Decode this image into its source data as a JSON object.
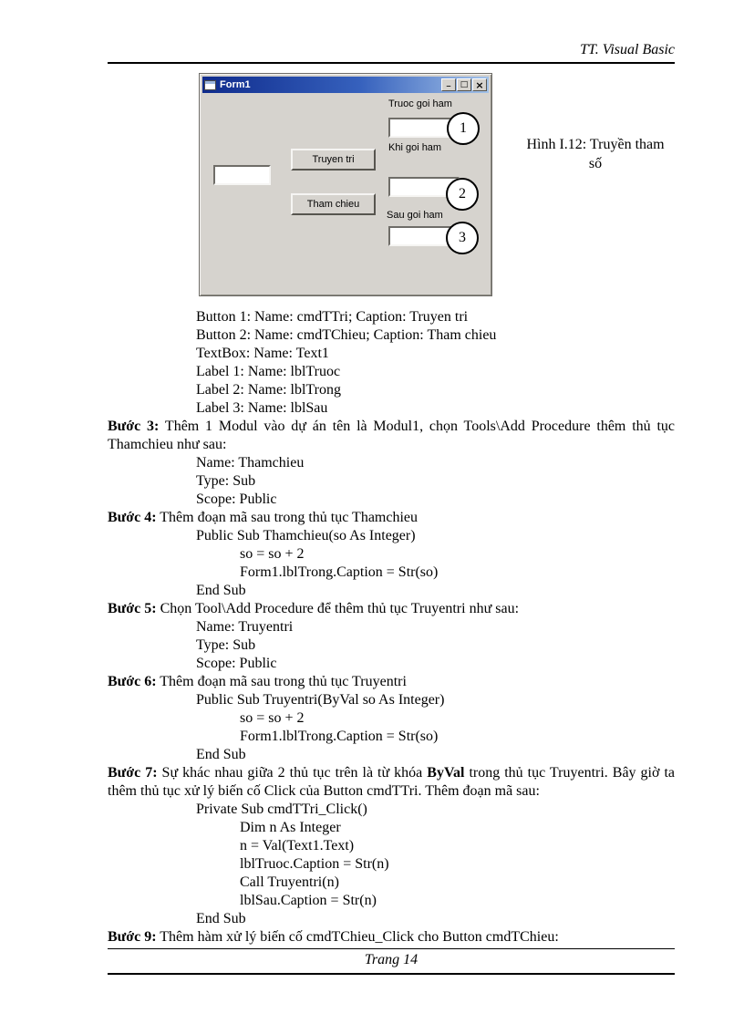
{
  "header": {
    "title": "TT. Visual Basic"
  },
  "figure": {
    "caption": "Hình I.12: Truyền tham số",
    "window": {
      "title": "Form1",
      "labels": {
        "truoc": "Truoc goi ham",
        "khi": "Khi goi ham",
        "sau": "Sau goi ham"
      },
      "buttons": {
        "truyen_tri": "Truyen tri",
        "tham_chieu": "Tham chieu"
      },
      "callouts": [
        "1",
        "2",
        "3"
      ],
      "icons": {
        "minimize": "_",
        "maximize": "□",
        "close": "×"
      },
      "colors": {
        "titlebar_start": "#0f2b8c",
        "titlebar_end": "#a3c2e8",
        "window_face": "#d6d3ce"
      }
    }
  },
  "body": {
    "lines": [
      {
        "indent": 1,
        "segments": [
          {
            "text": "Button 1: Name: cmdTTri; Caption: Truyen tri"
          }
        ]
      },
      {
        "indent": 1,
        "segments": [
          {
            "text": "Button 2: Name: cmdTChieu; Caption: Tham chieu"
          }
        ]
      },
      {
        "indent": 1,
        "segments": [
          {
            "text": "TextBox: Name: Text1"
          }
        ]
      },
      {
        "indent": 1,
        "segments": [
          {
            "text": "Label 1: Name: lblTruoc"
          }
        ]
      },
      {
        "indent": 1,
        "segments": [
          {
            "text": "Label 2: Name: lblTrong"
          }
        ]
      },
      {
        "indent": 1,
        "segments": [
          {
            "text": "Label 3: Name: lblSau"
          }
        ]
      },
      {
        "indent": 0,
        "segments": [
          {
            "text": "Bước 3:",
            "bold": true
          },
          {
            "text": " Thêm 1 Modul vào dự án tên là Modul1, chọn Tools\\Add Procedure thêm thủ tục Thamchieu như sau:"
          }
        ]
      },
      {
        "indent": 1,
        "segments": [
          {
            "text": "Name: Thamchieu"
          }
        ]
      },
      {
        "indent": 1,
        "segments": [
          {
            "text": "Type: Sub"
          }
        ]
      },
      {
        "indent": 1,
        "segments": [
          {
            "text": "Scope: Public"
          }
        ]
      },
      {
        "indent": 0,
        "segments": [
          {
            "text": "Bước 4:",
            "bold": true
          },
          {
            "text": " Thêm đoạn mã sau trong thủ tục Thamchieu"
          }
        ]
      },
      {
        "indent": 1,
        "segments": [
          {
            "text": "Public Sub Thamchieu(so As Integer)"
          }
        ]
      },
      {
        "indent": 2,
        "segments": [
          {
            "text": "so = so + 2"
          }
        ]
      },
      {
        "indent": 2,
        "segments": [
          {
            "text": "Form1.lblTrong.Caption = Str(so)"
          }
        ]
      },
      {
        "indent": 1,
        "segments": [
          {
            "text": "End Sub"
          }
        ]
      },
      {
        "indent": 0,
        "segments": [
          {
            "text": "Bước 5:",
            "bold": true
          },
          {
            "text": " Chọn Tool\\Add Procedure để thêm thủ tục Truyentri như sau:"
          }
        ]
      },
      {
        "indent": 1,
        "segments": [
          {
            "text": "Name: Truyentri"
          }
        ]
      },
      {
        "indent": 1,
        "segments": [
          {
            "text": "Type: Sub"
          }
        ]
      },
      {
        "indent": 1,
        "segments": [
          {
            "text": "Scope: Public"
          }
        ]
      },
      {
        "indent": 0,
        "segments": [
          {
            "text": "Bước 6:",
            "bold": true
          },
          {
            "text": " Thêm đoạn mã sau trong thủ tục Truyentri"
          }
        ]
      },
      {
        "indent": 1,
        "segments": [
          {
            "text": "Public Sub Truyentri(ByVal so As Integer)"
          }
        ]
      },
      {
        "indent": 2,
        "segments": [
          {
            "text": "so = so + 2"
          }
        ]
      },
      {
        "indent": 2,
        "segments": [
          {
            "text": "Form1.lblTrong.Caption = Str(so)"
          }
        ]
      },
      {
        "indent": 1,
        "segments": [
          {
            "text": "End Sub"
          }
        ]
      },
      {
        "indent": 0,
        "segments": [
          {
            "text": "Bước 7:",
            "bold": true
          },
          {
            "text": " Sự khác nhau giữa 2 thủ tục trên là từ khóa "
          },
          {
            "text": "ByVal",
            "bold": true
          },
          {
            "text": " trong thủ tục Truyentri. Bây giờ ta thêm thủ tục xử lý biến cố Click của Button cmdTTri. Thêm đoạn mã sau:"
          }
        ]
      },
      {
        "indent": 1,
        "segments": [
          {
            "text": "Private Sub cmdTTri_Click()"
          }
        ]
      },
      {
        "indent": 2,
        "segments": [
          {
            "text": "Dim n As Integer"
          }
        ]
      },
      {
        "indent": 2,
        "segments": [
          {
            "text": "n = Val(Text1.Text)"
          }
        ]
      },
      {
        "indent": 2,
        "segments": [
          {
            "text": "lblTruoc.Caption = Str(n)"
          }
        ]
      },
      {
        "indent": 2,
        "segments": [
          {
            "text": "Call Truyentri(n)"
          }
        ]
      },
      {
        "indent": 2,
        "segments": [
          {
            "text": "lblSau.Caption = Str(n)"
          }
        ]
      },
      {
        "indent": 1,
        "segments": [
          {
            "text": "End Sub"
          }
        ]
      },
      {
        "indent": 0,
        "segments": [
          {
            "text": "Bước 9:",
            "bold": true
          },
          {
            "text": " Thêm hàm xử lý biến cố cmdTChieu_Click cho Button cmdTChieu:"
          }
        ]
      }
    ]
  },
  "footer": {
    "page_label": "Trang 14"
  }
}
